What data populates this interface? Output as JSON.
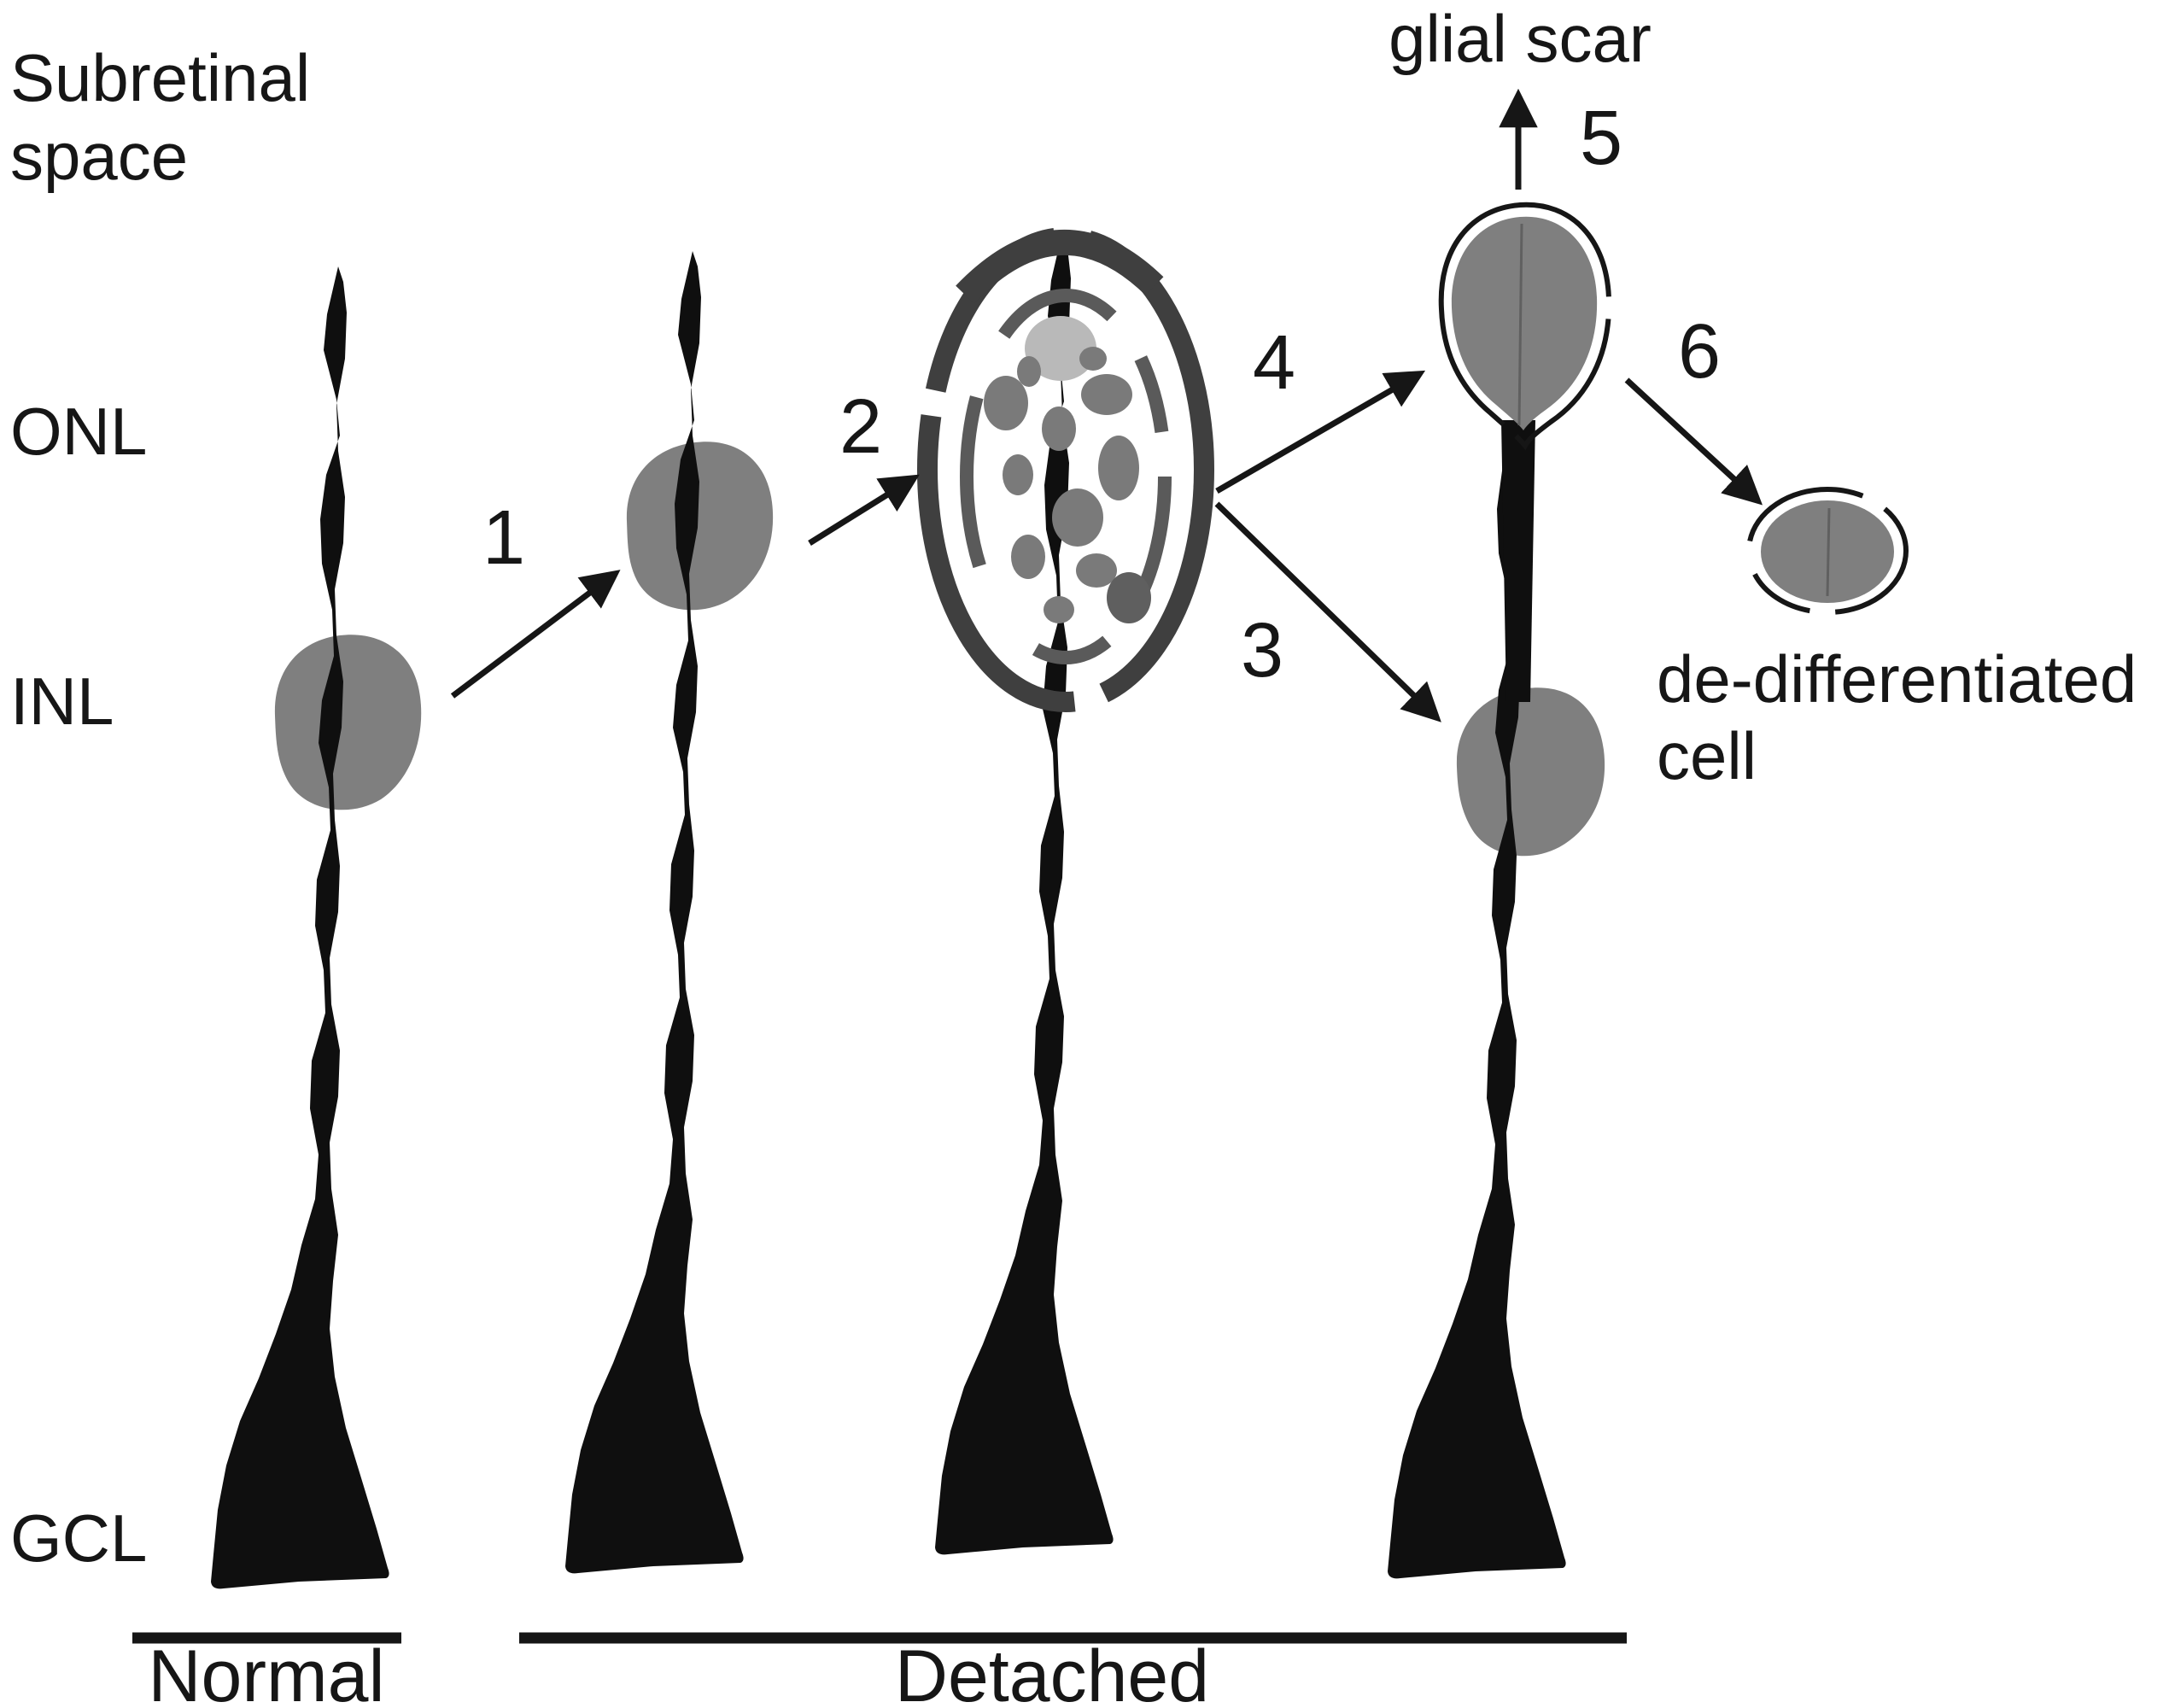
{
  "title": "Muller glia response diagram: normal vs detached retina",
  "layer_labels": {
    "subretinal1": "Subretinal",
    "subretinal2": "space",
    "onl": "ONL",
    "inl": "INL",
    "gcl": "GCL"
  },
  "annotations": {
    "glial_scar": "glial scar",
    "dediff1": "de-differentiated",
    "dediff2": "cell"
  },
  "steps": {
    "s1": "1",
    "s2": "2",
    "s3": "3",
    "s4": "4",
    "s5": "5",
    "s6": "6"
  },
  "conditions": {
    "normal": "Normal",
    "detached": "Detached"
  },
  "colors": {
    "ink": "#161616",
    "cell": "#0f0f0f",
    "nucleus": "#7f7f7f",
    "scar_outline": "#3f3f3f",
    "scar_inner": "#5a5a5a",
    "fragment": "#7a7a7a",
    "fragment_dark": "#5f5f5f",
    "light_fragment": "#b9b9b9",
    "slit": "#606060"
  }
}
